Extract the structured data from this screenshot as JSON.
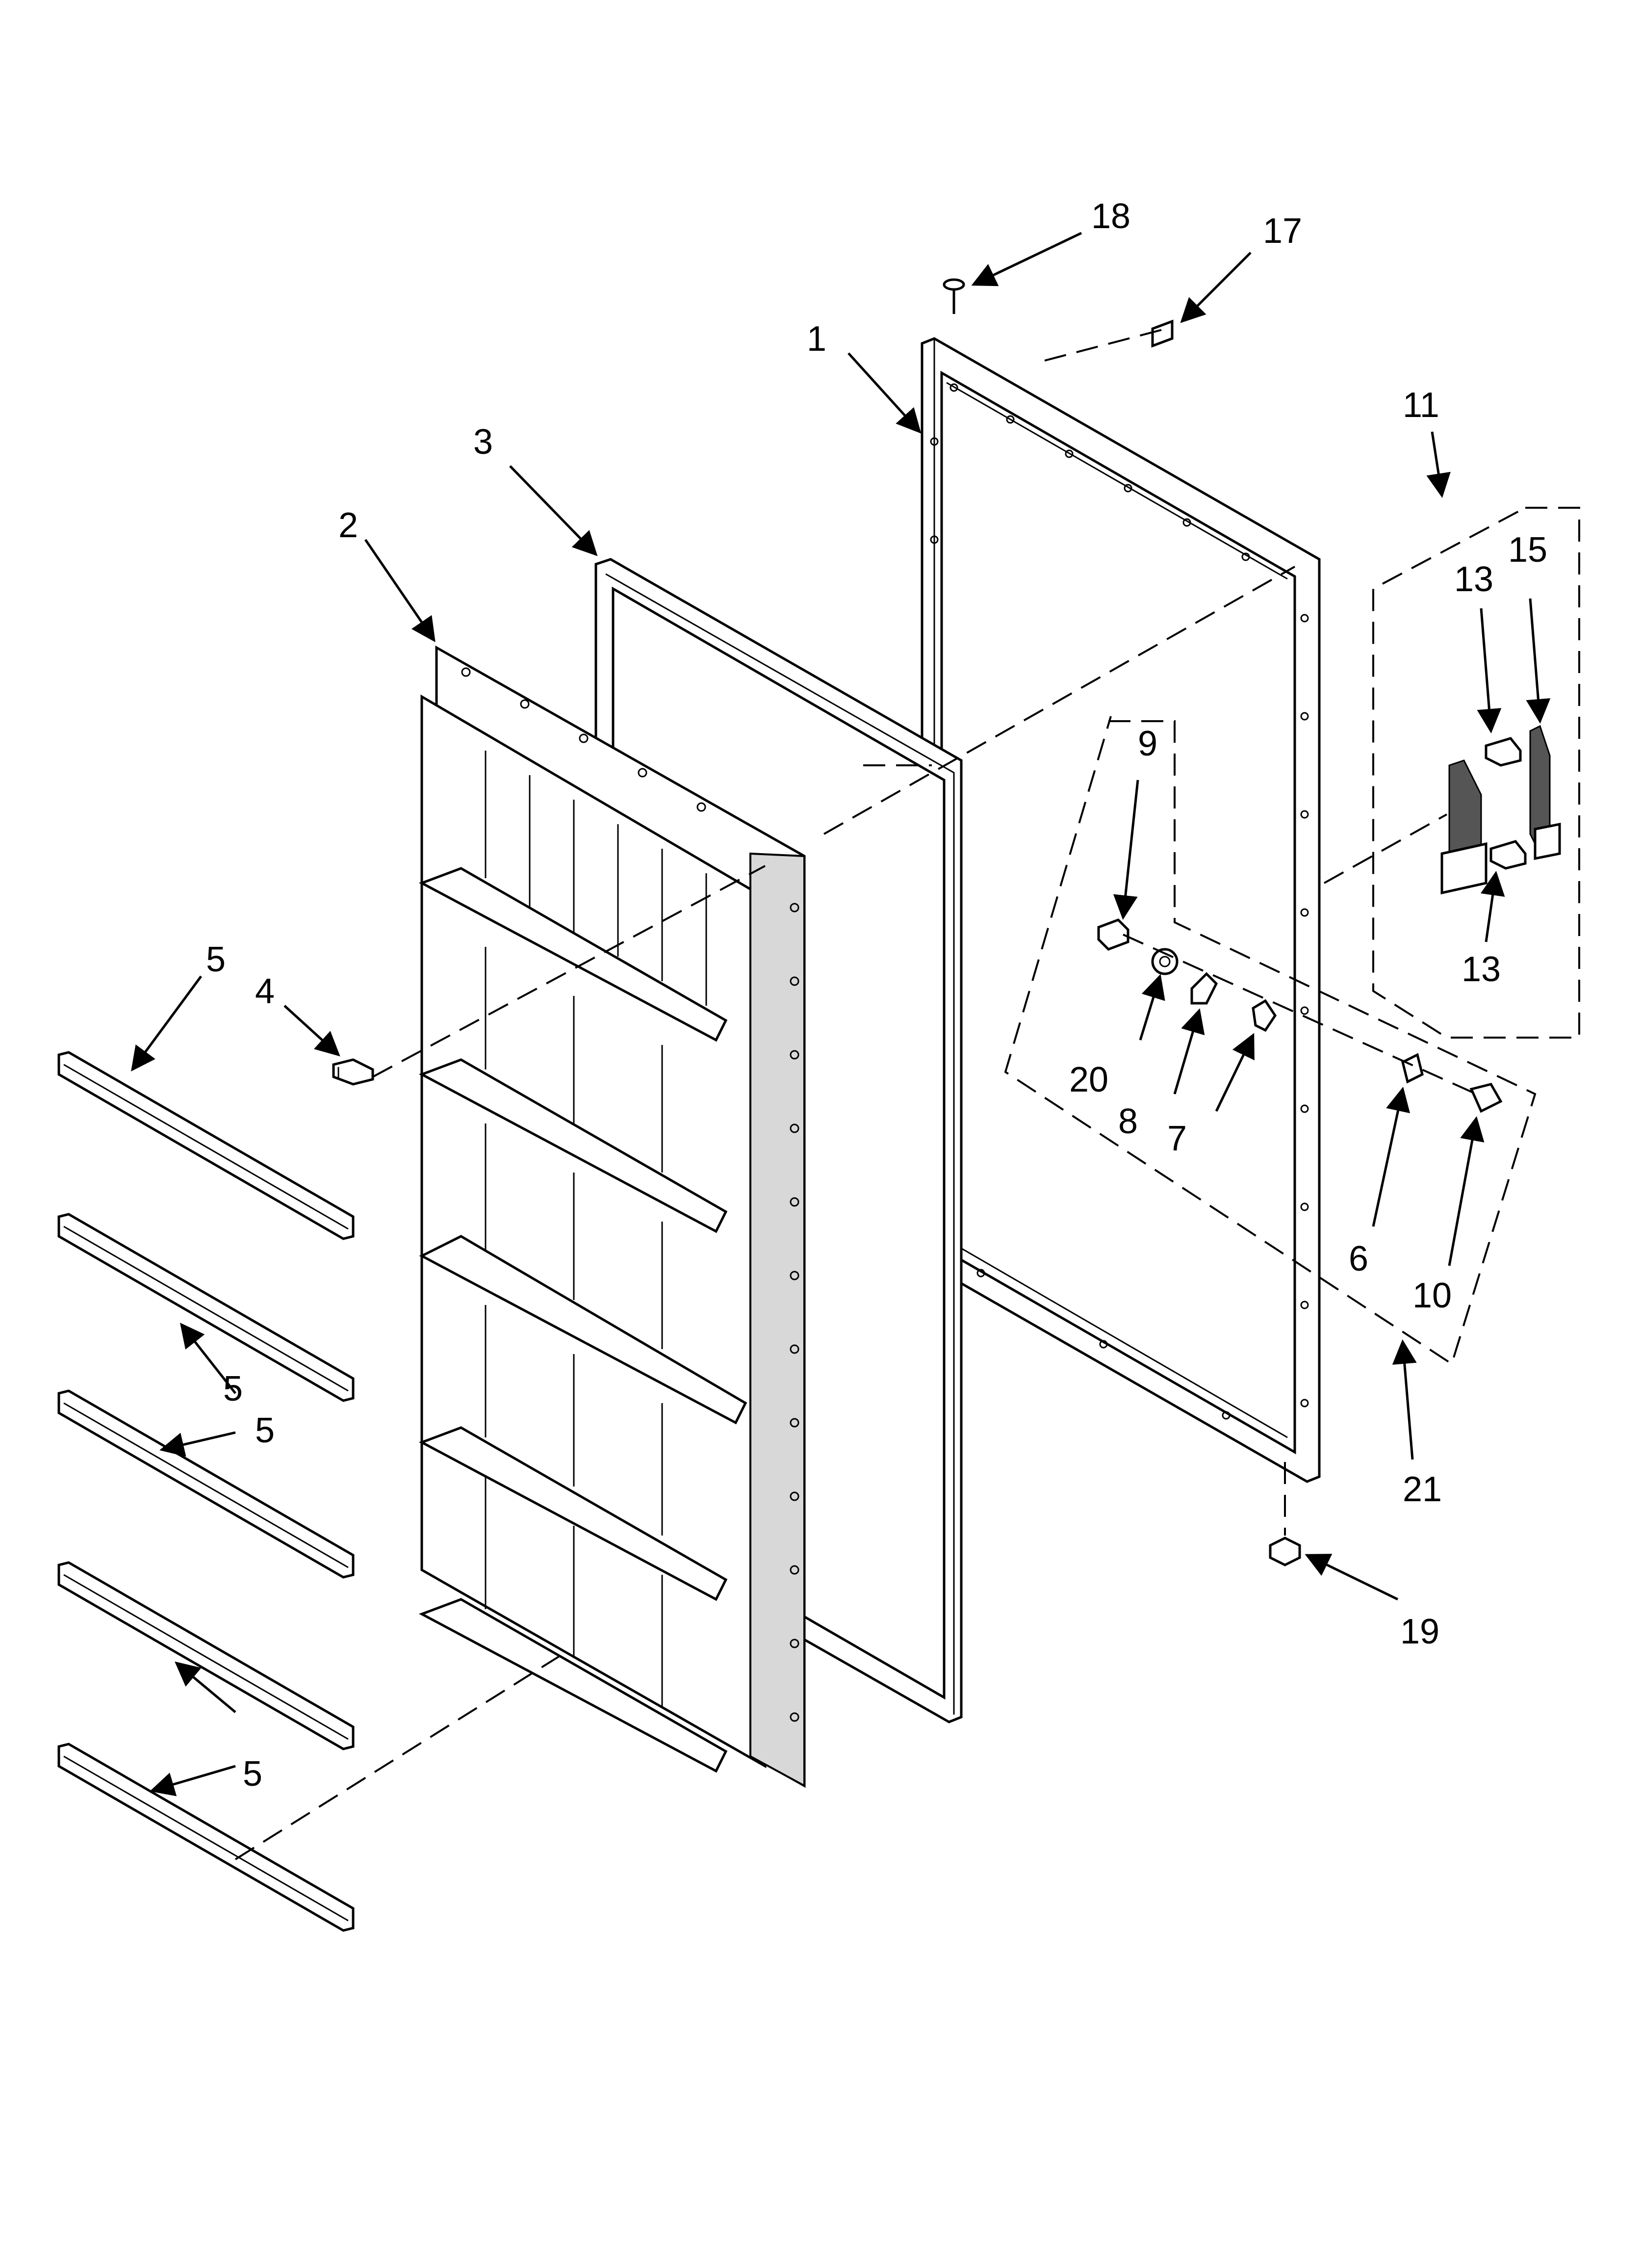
{
  "callouts": [
    {
      "id": "c1",
      "label": "1"
    },
    {
      "id": "c2",
      "label": "2"
    },
    {
      "id": "c3",
      "label": "3"
    },
    {
      "id": "c4",
      "label": "4"
    },
    {
      "id": "c5a",
      "label": "5"
    },
    {
      "id": "c5b",
      "label": "5"
    },
    {
      "id": "c5c",
      "label": "5"
    },
    {
      "id": "c5d",
      "label": "5"
    },
    {
      "id": "c6",
      "label": "6"
    },
    {
      "id": "c7",
      "label": "7"
    },
    {
      "id": "c8",
      "label": "8"
    },
    {
      "id": "c9",
      "label": "9"
    },
    {
      "id": "c10",
      "label": "10"
    },
    {
      "id": "c11",
      "label": "11"
    },
    {
      "id": "c13a",
      "label": "13"
    },
    {
      "id": "c13b",
      "label": "13"
    },
    {
      "id": "c15",
      "label": "15"
    },
    {
      "id": "c17",
      "label": "17"
    },
    {
      "id": "c18",
      "label": "18"
    },
    {
      "id": "c19",
      "label": "19"
    },
    {
      "id": "c20",
      "label": "20"
    },
    {
      "id": "c21",
      "label": "21"
    }
  ]
}
